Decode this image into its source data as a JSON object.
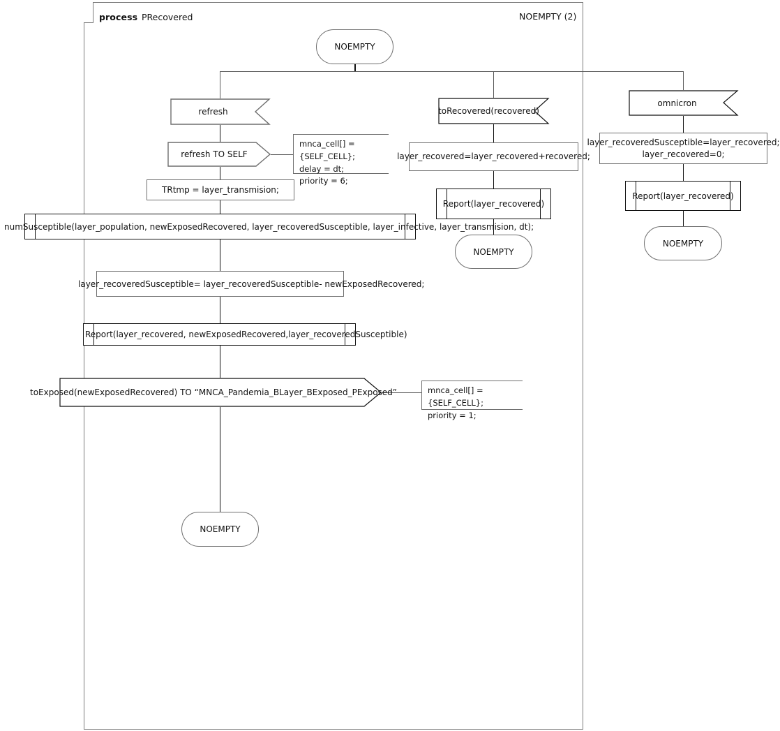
{
  "diagram": {
    "type": "sdl-process-diagram",
    "header": {
      "keyword": "process",
      "process_name": "PRecovered",
      "state_count_label": "NOEMPTY (2)"
    },
    "start_state": {
      "label": "NOEMPTY"
    },
    "branches": {
      "refresh": {
        "input_signal": "refresh",
        "output_signal": "refresh TO SELF",
        "output_comment": "mnca_cell[] = {SELF_CELL};\ndelay = dt;\npriority = 6;",
        "task_trtmp": "TRtmp  = layer_transmision;",
        "proc_numsusceptible": "numSusceptible(layer_population, newExposedRecovered, layer_recoveredSusceptible, layer_infective, layer_transmision, dt);",
        "task_update": "layer_recoveredSusceptible= layer_recoveredSusceptible- newExposedRecovered;",
        "proc_report": "Report(layer_recovered, newExposedRecovered,layer_recoveredSusceptible)",
        "output_toexposed": "toExposed(newExposedRecovered) TO “MNCA_Pandemia_BLayer_BExposed_PExposed”",
        "output_toexposed_comment": "mnca_cell[] = {SELF_CELL};\npriority = 1;",
        "end_state": "NOEMPTY"
      },
      "toRecovered": {
        "input_signal": "toRecovered(recovered)",
        "task": "layer_recovered=layer_recovered+recovered;",
        "proc_report": "Report(layer_recovered)",
        "end_state": "NOEMPTY"
      },
      "omnicron": {
        "input_signal": "omnicron",
        "task": "layer_recoveredSusceptible=layer_recovered;\nlayer_recovered=0;",
        "proc_report": "Report(layer_recovered)",
        "end_state": "NOEMPTY"
      }
    },
    "colors": {
      "frame_stroke": "#7a7a7a",
      "shape_stroke": "#6e6e6e",
      "line_stroke": "#111111",
      "text": "#111111",
      "background": "#ffffff"
    }
  }
}
